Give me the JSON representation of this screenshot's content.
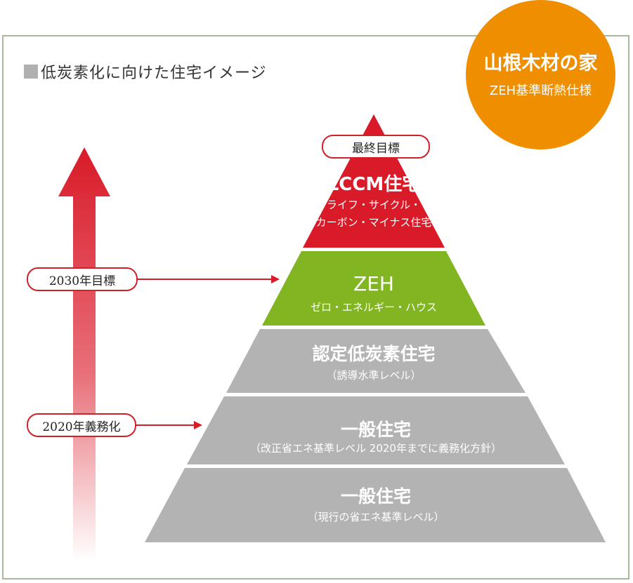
{
  "heading": "低炭素化に向けた住宅イメージ",
  "badge": {
    "line1": "山根木材の家",
    "line2": "ZEH基準断熱仕様",
    "color": "#ef8f00"
  },
  "pyramid": {
    "goal_label": "最終目標",
    "lccm": {
      "title": "LCCM住宅",
      "sub1": "ライフ・サイクル・",
      "sub2": "カーボン・マイナス住宅",
      "color": "#d91a28"
    },
    "zeh": {
      "title": "ZEH",
      "sub": "ゼロ・エネルギー・ハウス",
      "color": "#82b522"
    },
    "certified": {
      "title": "認定低炭素住宅",
      "sub": "（誘導水準レベル）",
      "color": "#b3b3b3"
    },
    "general_revised": {
      "title": "一般住宅",
      "sub": "（改正省エネ基準レベル 2020年までに義務化方針）",
      "color": "#b3b3b3"
    },
    "general_current": {
      "title": "一般住宅",
      "sub": "（現行の省エネ基準レベル）",
      "color": "#b3b3b3"
    }
  },
  "milestones": {
    "m2030": "2030年目標",
    "m2020": "2020年義務化"
  },
  "colors": {
    "arrow": "#d91a28",
    "frame": "#a8b89a",
    "pill_border": "#d0202a"
  }
}
